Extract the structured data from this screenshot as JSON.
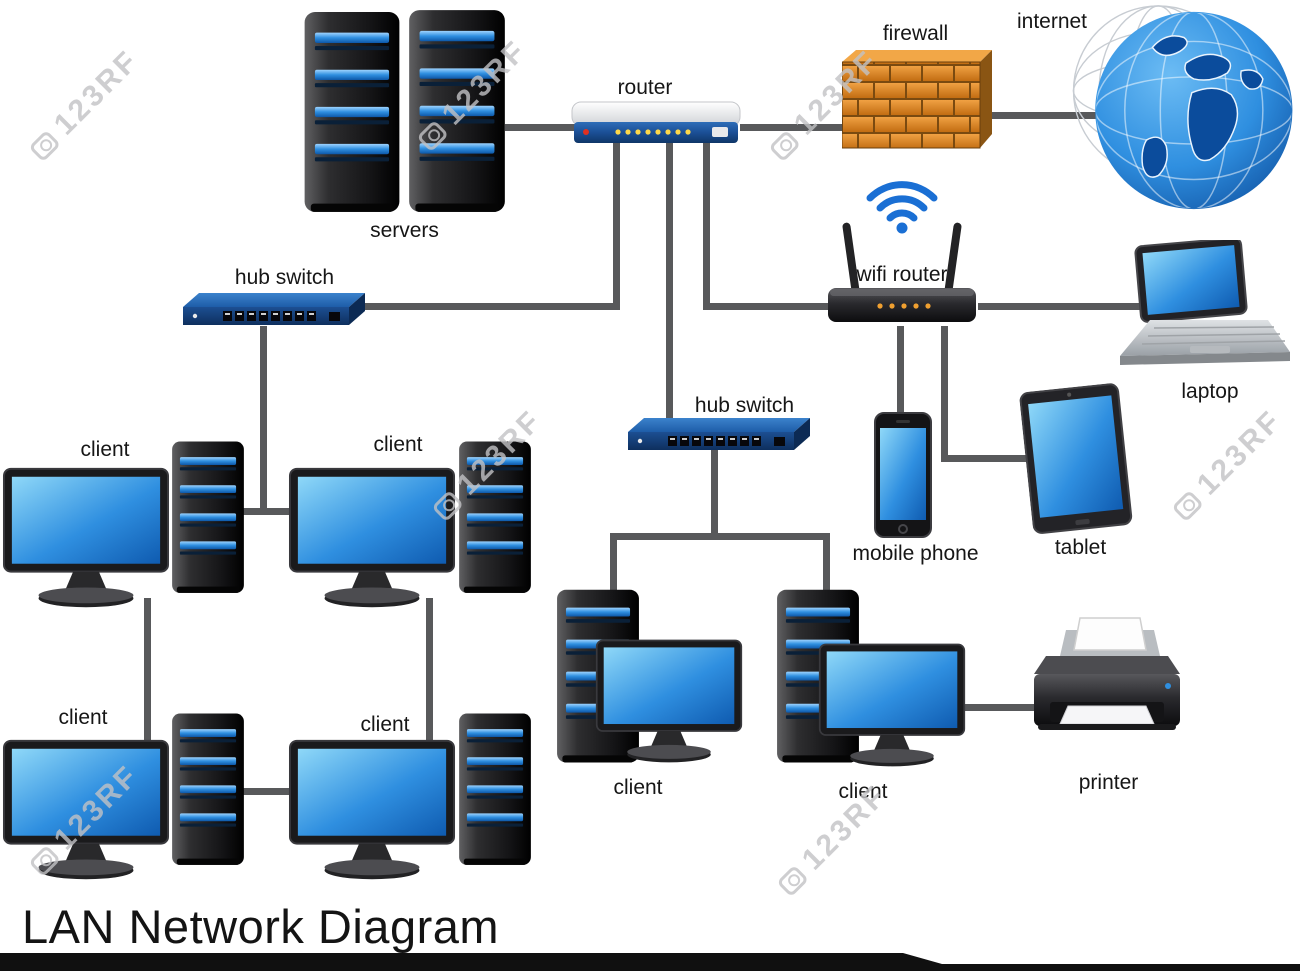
{
  "title": "LAN Network Diagram",
  "watermark": {
    "text": "123RF"
  },
  "nodes": {
    "servers": {
      "label": "servers"
    },
    "router": {
      "label": "router"
    },
    "firewall": {
      "label": "firewall"
    },
    "internet": {
      "label": "internet"
    },
    "wifi_router": {
      "label": "wifi router"
    },
    "laptop": {
      "label": "laptop"
    },
    "hub_switch_left": {
      "label": "hub switch"
    },
    "hub_switch_center": {
      "label": "hub switch"
    },
    "mobile_phone": {
      "label": "mobile phone"
    },
    "tablet": {
      "label": "tablet"
    },
    "client_top_left": {
      "label": "client"
    },
    "client_top_mid": {
      "label": "client"
    },
    "client_bottom_left": {
      "label": "client"
    },
    "client_bottom_mid": {
      "label": "client"
    },
    "client_center_1": {
      "label": "client"
    },
    "client_center_2": {
      "label": "client"
    },
    "printer": {
      "label": "printer"
    }
  },
  "colors": {
    "screen_blue": "#2f8fe0",
    "line_gray": "#58595b",
    "brick_orange": "#d9821e",
    "hub_blue": "#1b4f96",
    "banner_black": "#101010"
  }
}
